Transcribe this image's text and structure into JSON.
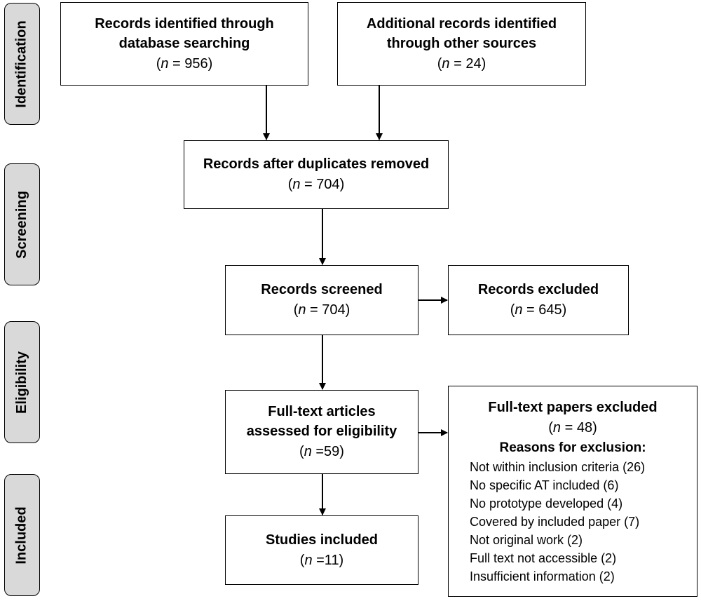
{
  "stages": {
    "identification": "Identification",
    "screening": "Screening",
    "eligibility": "Eligibility",
    "included": "Included"
  },
  "boxes": {
    "database": {
      "title": "Records identified through\ndatabase searching",
      "n_label": "n",
      "n_value": " = 956)"
    },
    "other": {
      "title": "Additional records identified\nthrough other sources",
      "n_label": "n",
      "n_value": " = 24)"
    },
    "duplicates": {
      "title": "Records after duplicates removed",
      "n_label": "n",
      "n_value": " = 704)"
    },
    "screened": {
      "title": "Records screened",
      "n_label": "n",
      "n_value": " = 704)"
    },
    "excluded": {
      "title": "Records excluded",
      "n_label": "n",
      "n_value": " = 645)"
    },
    "fulltext": {
      "title": "Full-text articles\nassessed for eligibility",
      "n_label": "n",
      "n_value": " =59)"
    },
    "papers_excluded": {
      "title": "Full-text papers excluded",
      "n_label": "n",
      "n_value": " = 48)",
      "reasons_heading": "Reasons for exclusion:",
      "reasons": [
        "Not within inclusion criteria (26)",
        "No specific AT included (6)",
        "No prototype developed (4)",
        "Covered by included paper (7)",
        "Not original work (2)",
        "Full text not accessible (2)",
        "Insufficient information (2)"
      ]
    },
    "included": {
      "title": "Studies included",
      "n_label": "n",
      "n_value": " =11)"
    }
  },
  "paren_open": "("
}
